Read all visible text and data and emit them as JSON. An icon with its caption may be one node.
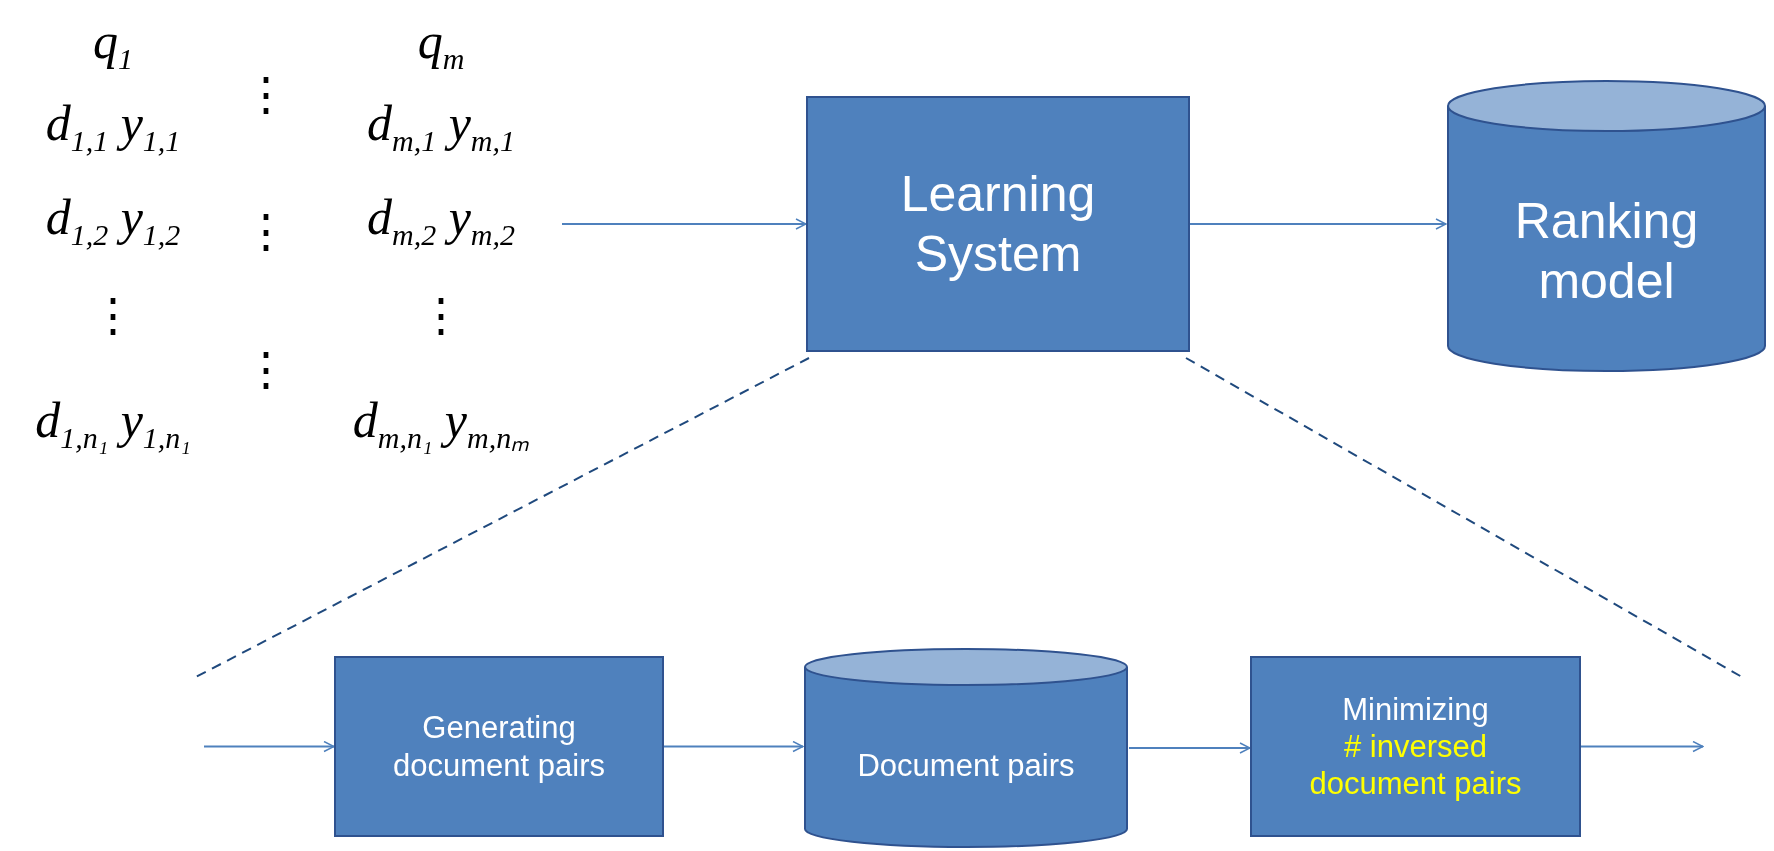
{
  "diagram": {
    "nodes": [
      {
        "text": [
          "Learning System"
        ]
      },
      {
        "text": [
          "Ranking model"
        ]
      },
      {
        "text": [
          "Generating document pairs"
        ]
      },
      {
        "text": [
          "Document pairs"
        ]
      },
      {
        "text": [
          "Minimizing",
          "# inversed document pairs"
        ]
      }
    ],
    "edges": [
      {
        "from": null,
        "to": 0,
        "arrow": "to"
      },
      {
        "from": 0,
        "to": 1,
        "arrow": "to"
      },
      {
        "from": null,
        "to": 2,
        "arrow": "to"
      },
      {
        "from": 2,
        "to": 3,
        "arrow": "to"
      },
      {
        "from": 3,
        "to": 4,
        "arrow": "to"
      },
      {
        "from": 4,
        "to": null,
        "arrow": "to"
      }
    ],
    "labels": [
      "*q*$_{1}$",
      "⋮",
      "*q*$_{m}$",
      "*d*$_{1,1}$ *y*$_{1,1}$",
      "*d*$_{m,1}$ *y*$_{m,1}$",
      "*d*$_{1,2}$ *y*$_{1,2}$",
      "⋮",
      "*d*$_{m,2}$ *y*$_{m,2}$",
      "⋮",
      "⋮",
      "⋮",
      "*d*$_{1,n₁}$ *y*$_{1,n₁}$",
      "*d*$_{m,n₁}$ *y*$_{m,nₘ}$"
    ]
  }
}
